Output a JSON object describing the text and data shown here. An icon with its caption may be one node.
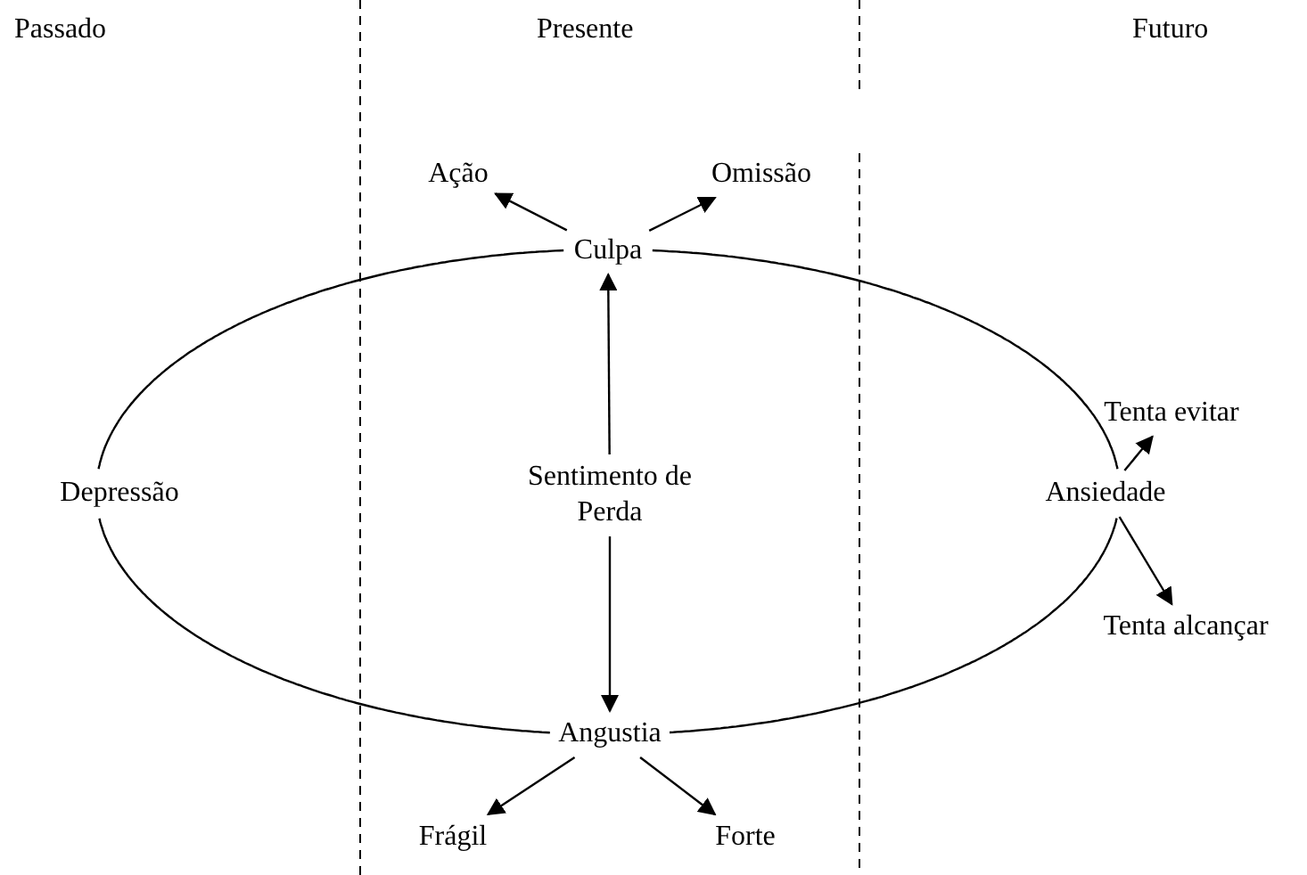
{
  "diagram": {
    "nodes": [
      {
        "text": [
          "Culpa"
        ]
      },
      {
        "text": [
          "Ação"
        ]
      },
      {
        "text": [
          "Omissão"
        ]
      },
      {
        "text": [
          "Sentimento de Perda"
        ]
      },
      {
        "text": [
          "Depressão"
        ]
      },
      {
        "text": [
          "Ansiedade"
        ]
      },
      {
        "text": [
          "Tenta evitar"
        ]
      },
      {
        "text": [
          "Tenta alcançar"
        ]
      },
      {
        "text": [
          "Angustia"
        ]
      },
      {
        "text": [
          "Frágil"
        ]
      },
      {
        "text": [
          "Forte"
        ]
      }
    ],
    "edges": [
      {
        "from": 0,
        "to": 1,
        "arrow": "to"
      },
      {
        "from": 0,
        "to": 2,
        "arrow": "to"
      },
      {
        "from": 3,
        "to": 0,
        "arrow": "to"
      },
      {
        "from": 3,
        "to": 8,
        "arrow": "to"
      },
      {
        "from": 8,
        "to": 9,
        "arrow": "to"
      },
      {
        "from": 8,
        "to": 10,
        "arrow": "to"
      },
      {
        "from": 5,
        "to": 6,
        "arrow": "to"
      },
      {
        "from": 5,
        "to": 7,
        "arrow": "to"
      },
      {
        "from": 0,
        "to": 5,
        "arrow": "none"
      },
      {
        "from": 5,
        "to": 8,
        "arrow": "none"
      },
      {
        "from": 8,
        "to": 4,
        "arrow": "none"
      },
      {
        "from": 4,
        "to": 0,
        "arrow": "none"
      }
    ],
    "labels": [
      "Passado",
      "Presente",
      "Futuro"
    ]
  }
}
